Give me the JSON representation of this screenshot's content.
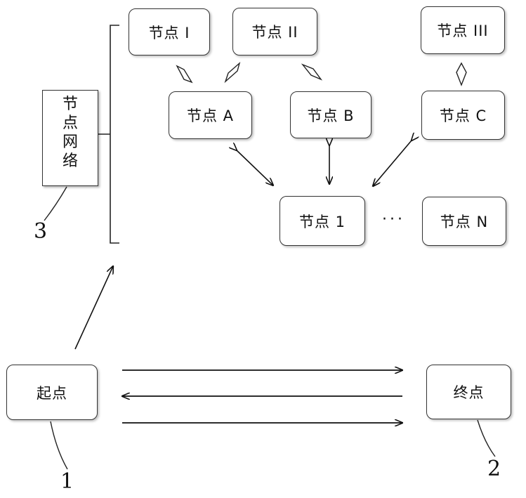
{
  "node_network_label": "节点网络",
  "nodes": {
    "n_I": "节点 I",
    "n_II": "节点 II",
    "n_III": "节点 III",
    "n_A": "节点 A",
    "n_B": "节点 B",
    "n_C": "节点 C",
    "n_1": "节点 1",
    "n_N": "节点 N"
  },
  "ellipsis": "···",
  "start": "起点",
  "end": "终点",
  "callouts": {
    "start": "1",
    "end": "2",
    "network": "3"
  }
}
